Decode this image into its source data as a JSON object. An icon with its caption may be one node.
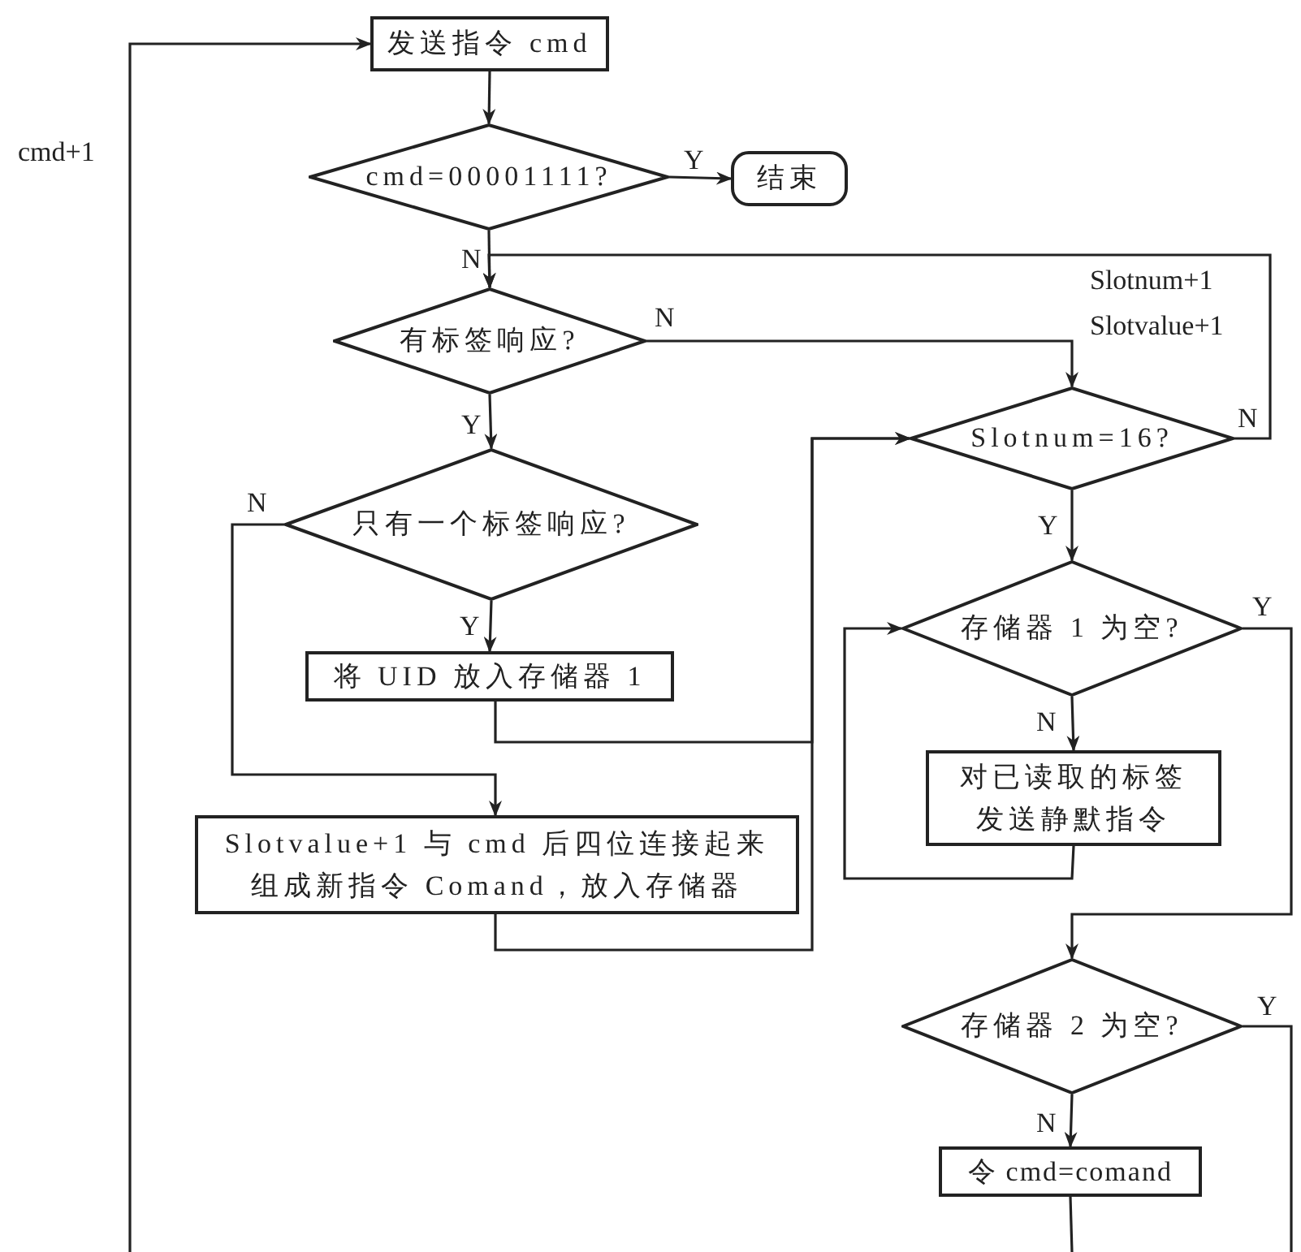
{
  "diagram": {
    "nodes": [
      {
        "text": [
          "发送指令 cmd"
        ]
      },
      {
        "text": [
          "cmd=00001111?"
        ]
      },
      {
        "text": [
          "结束"
        ]
      },
      {
        "text": [
          "有标签响应?"
        ]
      },
      {
        "text": [
          "Slotnum=16?"
        ]
      },
      {
        "text": [
          "只有一个标签响应?"
        ]
      },
      {
        "text": [
          "将 UID 放入存储器 1"
        ]
      },
      {
        "text": [
          "存储器 1 为空?"
        ]
      },
      {
        "text": [
          "对已读取的标签发送静默指令"
        ]
      },
      {
        "text": [
          "Slotvalue+1 与 cmd 后四位连接起来组成新指令 Comand，放入存储器"
        ]
      },
      {
        "text": [
          "存储器 2 为空?"
        ]
      },
      {
        "text": [
          "令 cmd=comand"
        ]
      }
    ],
    "edges": [
      {
        "from": 0,
        "to": 1,
        "arrow": "to"
      },
      {
        "from": 1,
        "to": 2,
        "arrow": "to",
        "label": "Y"
      },
      {
        "from": 1,
        "to": 3,
        "arrow": "to",
        "label": "N"
      },
      {
        "from": 3,
        "to": 4,
        "arrow": "to",
        "label": "N"
      },
      {
        "from": 3,
        "to": 5,
        "arrow": "to",
        "label": "Y"
      },
      {
        "from": 4,
        "to": 3,
        "arrow": "to",
        "label": "N"
      },
      {
        "from": 4,
        "to": 7,
        "arrow": "to",
        "label": "Y"
      },
      {
        "from": 5,
        "to": 6,
        "arrow": "to",
        "label": "Y"
      },
      {
        "from": 5,
        "to": 9,
        "arrow": "to",
        "label": "N"
      },
      {
        "from": 6,
        "to": 4,
        "arrow": "to"
      },
      {
        "from": 9,
        "to": 4,
        "arrow": "to"
      },
      {
        "from": 7,
        "to": 8,
        "arrow": "to",
        "label": "N"
      },
      {
        "from": 8,
        "to": 7,
        "arrow": "to"
      },
      {
        "from": 7,
        "to": 10,
        "arrow": "to",
        "label": "Y"
      },
      {
        "from": 10,
        "to": 11,
        "arrow": "to",
        "label": "N"
      },
      {
        "from": 10,
        "to": null,
        "arrow": "none",
        "label": "Y"
      },
      {
        "from": 11,
        "to": null,
        "arrow": "none"
      },
      {
        "from": null,
        "to": 0,
        "arrow": "to",
        "label": "cmd+1"
      }
    ],
    "labels": [
      "Slotnum+1",
      "Slotvalue+1"
    ]
  }
}
